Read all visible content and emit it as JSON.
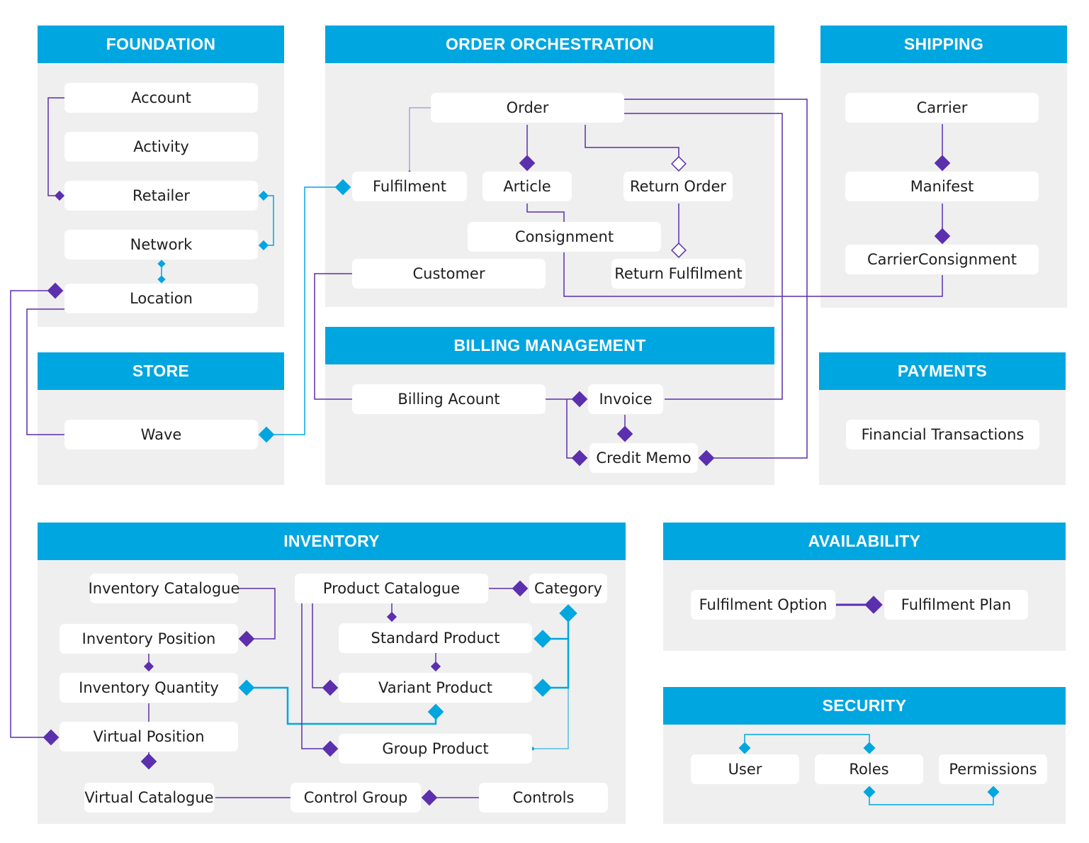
{
  "colors": {
    "accent": "#00a6e0",
    "purple": "#5b2fae",
    "panel": "#efefef"
  },
  "sections": {
    "foundation": "FOUNDATION",
    "order": "ORDER ORCHESTRATION",
    "shipping": "SHIPPING",
    "store": "STORE",
    "billing": "BILLING MANAGEMENT",
    "payments": "PAYMENTS",
    "inventory": "INVENTORY",
    "availability": "AVAILABILITY",
    "security": "SECURITY"
  },
  "nodes": {
    "account": "Account",
    "activity": "Activity",
    "retailer": "Retailer",
    "network": "Network",
    "location": "Location",
    "wave": "Wave",
    "order": "Order",
    "fulfilment": "Fulfilment",
    "article": "Article",
    "return_order": "Return Order",
    "consignment": "Consignment",
    "customer": "Customer",
    "return_fulfilment": "Return Fulfilment",
    "carrier": "Carrier",
    "manifest": "Manifest",
    "carrier_consignment": "CarrierConsignment",
    "billing_account": "Billing Acount",
    "invoice": "Invoice",
    "credit_memo": "Credit Memo",
    "financial_transactions": "Financial Transactions",
    "inventory_catalogue": "Inventory Catalogue",
    "inventory_position": "Inventory Position",
    "inventory_quantity": "Inventory Quantity",
    "virtual_position": "Virtual Position",
    "virtual_catalogue": "Virtual Catalogue",
    "product_catalogue": "Product Catalogue",
    "category": "Category",
    "standard_product": "Standard Product",
    "variant_product": "Variant Product",
    "group_product": "Group Product",
    "control_group": "Control Group",
    "controls": "Controls",
    "fulfilment_option": "Fulfilment Option",
    "fulfilment_plan": "Fulfilment Plan",
    "user": "User",
    "roles": "Roles",
    "permissions": "Permissions"
  }
}
